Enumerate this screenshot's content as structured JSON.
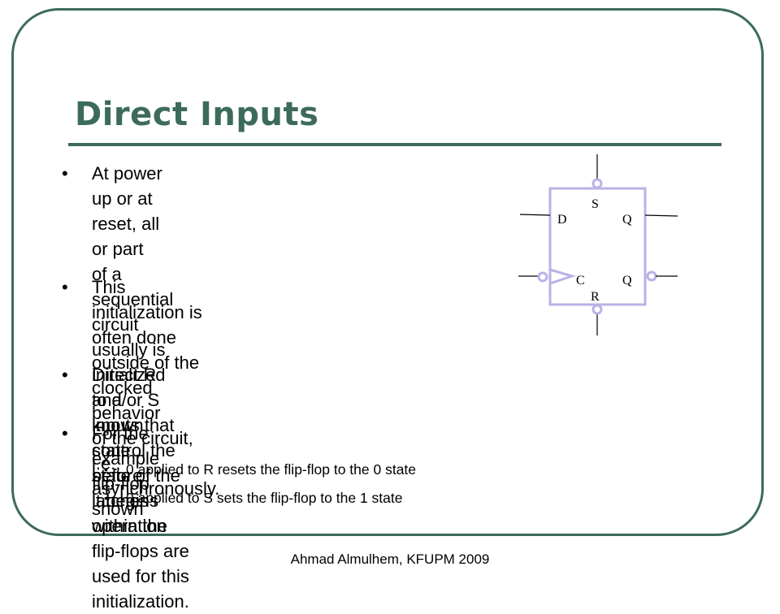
{
  "slide": {
    "title": "Direct Inputs",
    "bullets": [
      "At power up or at reset, all or part\nof a sequential circuit usually is\ninitialized to a known state before\nit begins operation",
      "This initialization is often done\noutside of the clocked behavior\nof the circuit, i.e., asynchronously.",
      "Direct R and/or S inputs that control the state of the latches\nwithin the flip-flops are used for this initialization.",
      "For the example flip-flop shown"
    ],
    "sub_bullets": [
      "0 applied to R resets the flip-flop to the 0 state",
      "0 applied to S sets the flip-flop to the 1 state"
    ],
    "footer": "Ahmad Almulhem, KFUPM 2009"
  },
  "flipflop": {
    "labels": {
      "s": "S",
      "d": "D",
      "q": "Q",
      "c": "C",
      "qbar": "Q",
      "r": "R"
    },
    "colors": {
      "box": "#b9b2e6",
      "wire": "#000000"
    }
  },
  "colors": {
    "accent": "#3d6b5a"
  }
}
